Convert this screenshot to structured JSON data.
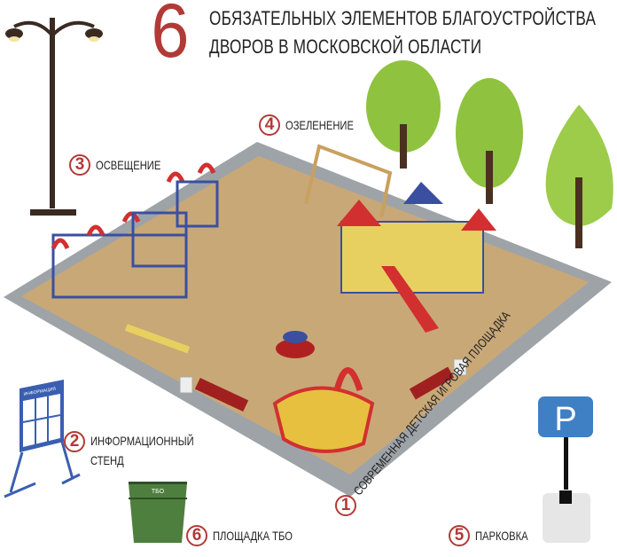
{
  "title": {
    "number": "6",
    "line1": "ОБЯЗАТЕЛЬНЫХ ЭЛЕМЕНТОВ БЛАГОУСТРОЙСТВА",
    "line2": "ДВОРОВ В МОСКОВСКОЙ ОБЛАСТИ"
  },
  "items": [
    {
      "num": "1",
      "label": "СОВРЕМЕННАЯ ДЕТСКАЯ ИГРОВАЯ ПЛОЩАДКА"
    },
    {
      "num": "2",
      "label": "ИНФОРМАЦИОННЫЙ",
      "label2": "СТЕНД"
    },
    {
      "num": "3",
      "label": "ОСВЕЩЕНИЕ"
    },
    {
      "num": "4",
      "label": "ОЗЕЛЕНЕНИЕ"
    },
    {
      "num": "5",
      "label": "ПАРКОВКА"
    },
    {
      "num": "6",
      "label": "ПЛОЩАДКА ТБО"
    }
  ],
  "illustration": {
    "info_board_text": "ИНФОРМАЦИЯ",
    "bin_text": "ТБО",
    "parking_sign": "P"
  },
  "colors": {
    "accent": "#b23a36",
    "ground": "#c9a877",
    "paving": "#9ea3a8",
    "parking_blue": "#3f7fc4",
    "bin_green": "#4f7f3e",
    "tree_green": "#8fc23e"
  }
}
